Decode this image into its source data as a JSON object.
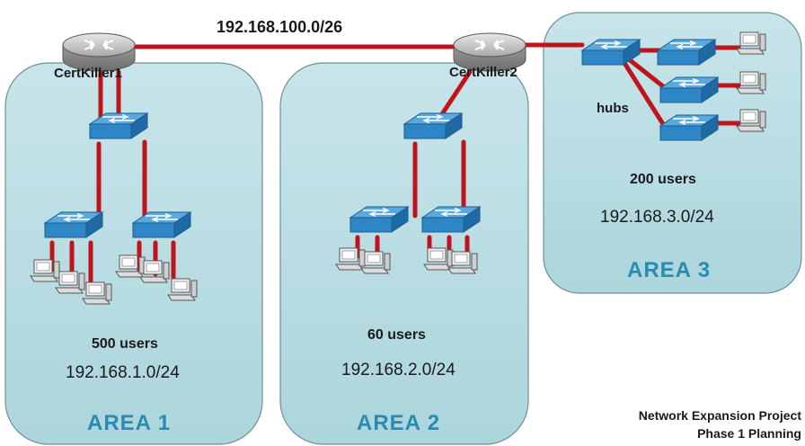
{
  "wan_link": {
    "label": "192.168.100.0/26"
  },
  "routers": [
    {
      "name": "CertKiller1"
    },
    {
      "name": "CertKiller2"
    }
  ],
  "areas": [
    {
      "title": "AREA 1",
      "users": "500 users",
      "subnet": "192.168.1.0/24"
    },
    {
      "title": "AREA 2",
      "users": "60 users",
      "subnet": "192.168.2.0/24"
    },
    {
      "title": "AREA 3",
      "users": "200 users",
      "subnet": "192.168.3.0/24",
      "device_label": "hubs"
    }
  ],
  "footer": {
    "line1": "Network Expansion Project",
    "line2": "Phase 1 Planning"
  },
  "colors": {
    "area_bg": "#b9dde3",
    "link": "#c0141c",
    "switch": "#2f86c6",
    "area_title": "#2a8bb0"
  }
}
